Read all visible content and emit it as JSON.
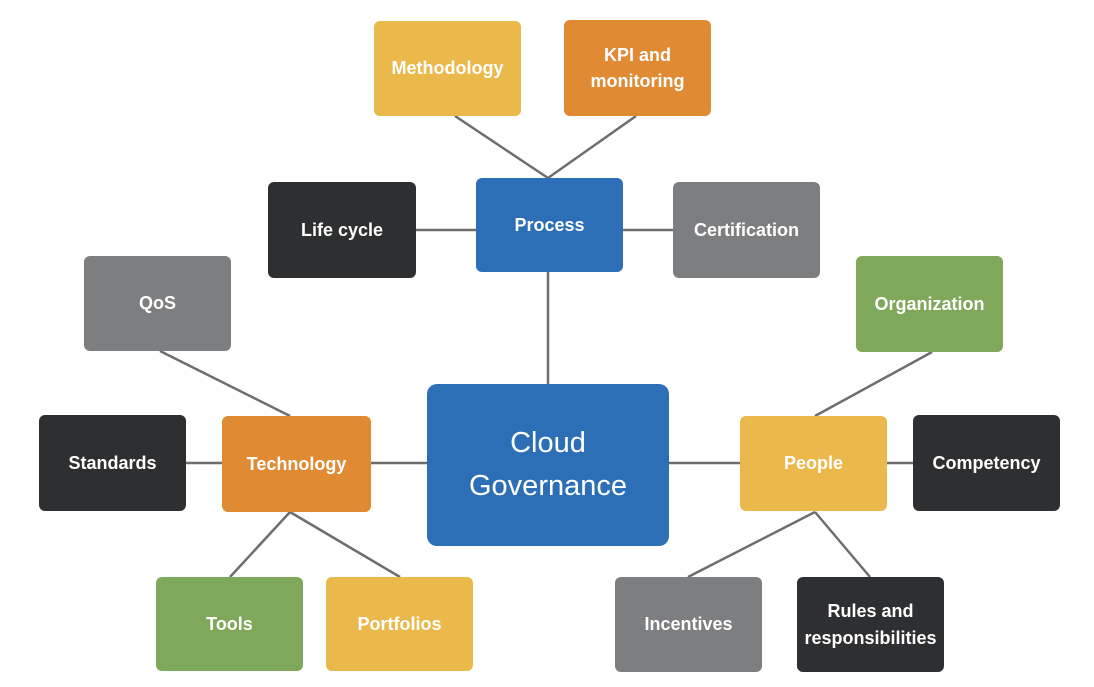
{
  "colors": {
    "blue": "#2d6fb6",
    "orange": "#e08a34",
    "yellow": "#ebb94b",
    "green": "#7fa85a",
    "gray": "#7d7e80",
    "dark": "#2e2f31",
    "connector": "#6e6e6e"
  },
  "nodes": {
    "cloud_governance": "Cloud\nGovernance",
    "process": "Process",
    "methodology": "Methodology",
    "kpi_monitoring": "KPI and\nmonitoring",
    "life_cycle": "Life cycle",
    "certification": "Certification",
    "technology": "Technology",
    "qos": "QoS",
    "standards": "Standards",
    "tools": "Tools",
    "portfolios": "Portfolios",
    "people": "People",
    "organization": "Organization",
    "competency": "Competency",
    "incentives": "Incentives",
    "rules_responsibilities": "Rules and\nresponsibilities"
  }
}
